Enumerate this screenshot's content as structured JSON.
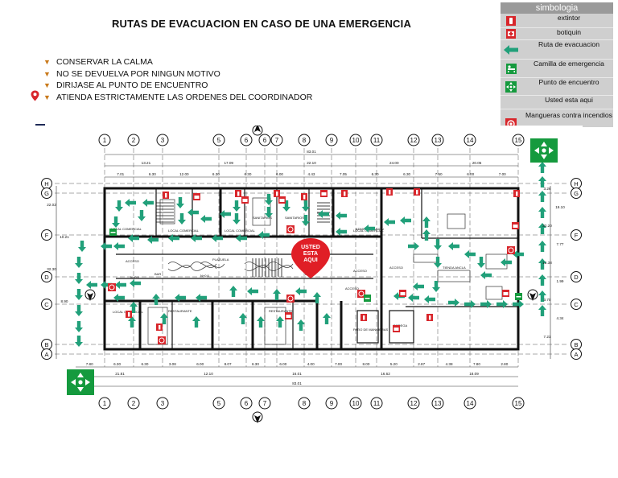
{
  "title": "RUTAS DE EVACUACION EN CASO DE UNA EMERGENCIA",
  "rules": [
    "CONSERVAR LA CALMA",
    "NO SE DEVUELVA POR NINGUN MOTIVO",
    "DIRIJASE AL PUNTO DE ENCUENTRO",
    "ATIENDA ESTRICTAMENTE LAS ORDENES DEL COORDINADOR"
  ],
  "legend": {
    "title": "simbologia",
    "items": [
      {
        "icon": "extinguisher-icon",
        "label": "extintor"
      },
      {
        "icon": "first-aid-kit-icon",
        "label": "botiquin"
      },
      {
        "icon": "evacuation-arrow-icon",
        "label": "Ruta de evacuacion"
      },
      {
        "icon": "stretcher-icon",
        "label": "Camilla de emergencia"
      },
      {
        "icon": "meeting-point-icon",
        "label": "Punto de encuentro"
      },
      {
        "icon": "",
        "label": "Usted esta aqui"
      },
      {
        "icon": "fire-hose-icon",
        "label": "Mangueras contra incendios"
      }
    ]
  },
  "you_are_here": [
    "USTED",
    "ESTA",
    "AQUI"
  ],
  "colors": {
    "route": "#21a07a",
    "safety_red": "#d8262b",
    "meeting": "#159a3e",
    "wall": "#111111"
  },
  "plan": {
    "axes_top": [
      "1",
      "2",
      "3",
      "5",
      "6",
      "6",
      "7",
      "8",
      "9",
      "10",
      "11",
      "12",
      "13",
      "14",
      "15"
    ],
    "axes_bottom": [
      "1",
      "2",
      "3",
      "5",
      "6",
      "7",
      "8",
      "9",
      "10",
      "11",
      "12",
      "13",
      "14",
      "15"
    ],
    "axes_side": [
      "H",
      "G",
      "F",
      "D",
      "C",
      "B",
      "A"
    ],
    "total_top": "83.01",
    "total_bottom": "83.01",
    "segments_top": [
      "13.21",
      "17.09",
      "22.10",
      "24.00",
      "20.05"
    ],
    "segments_top2": [
      "7.01",
      "6.30",
      "12.00",
      "6.30",
      "6.30",
      "6.00",
      "4.43",
      "7.05",
      "6.30",
      "6.30",
      "7.50",
      "6.00",
      "7.00"
    ],
    "segments_bottom": [
      "7.80",
      "6.30",
      "6.30",
      "3.08",
      "6.00",
      "8.07",
      "6.30",
      "6.00",
      "4.00",
      "7.00",
      "8.00",
      "5.20",
      "2.87",
      "4.38",
      "7.80",
      "2.80"
    ],
    "segments_bottom2": [
      "21.81",
      "12.10",
      "16.01",
      "16.62",
      "18.09"
    ],
    "side_left": [
      "22.02",
      "10.21",
      "32.30",
      "8.90"
    ],
    "side_right": [
      "3.26",
      "19.10",
      "32.20",
      "7.77",
      "12.38",
      "1.99",
      "3.70",
      "4.34",
      "7.21"
    ],
    "room_labels": [
      "LOCAL COMERCIAL",
      "LOCAL COMERCIAL",
      "LOCAL COMERCIAL",
      "ADMINISTRACION",
      "LOCAL COMERCIAL",
      "LOCAL COMERCIAL",
      "RESTAURANTE",
      "RESTAURANTE",
      "PATIO DE MANIOBRAS",
      "BODEGA",
      "TIENDA ANCLA",
      "ACCESO",
      "ACCESO",
      "ACCESO",
      "ACCESO",
      "BAR",
      "BAR",
      "N+0.6",
      "N+0.6",
      "N+0.6",
      "SANITARIOS",
      "SANITARIOS",
      "PLAZUELA"
    ]
  }
}
